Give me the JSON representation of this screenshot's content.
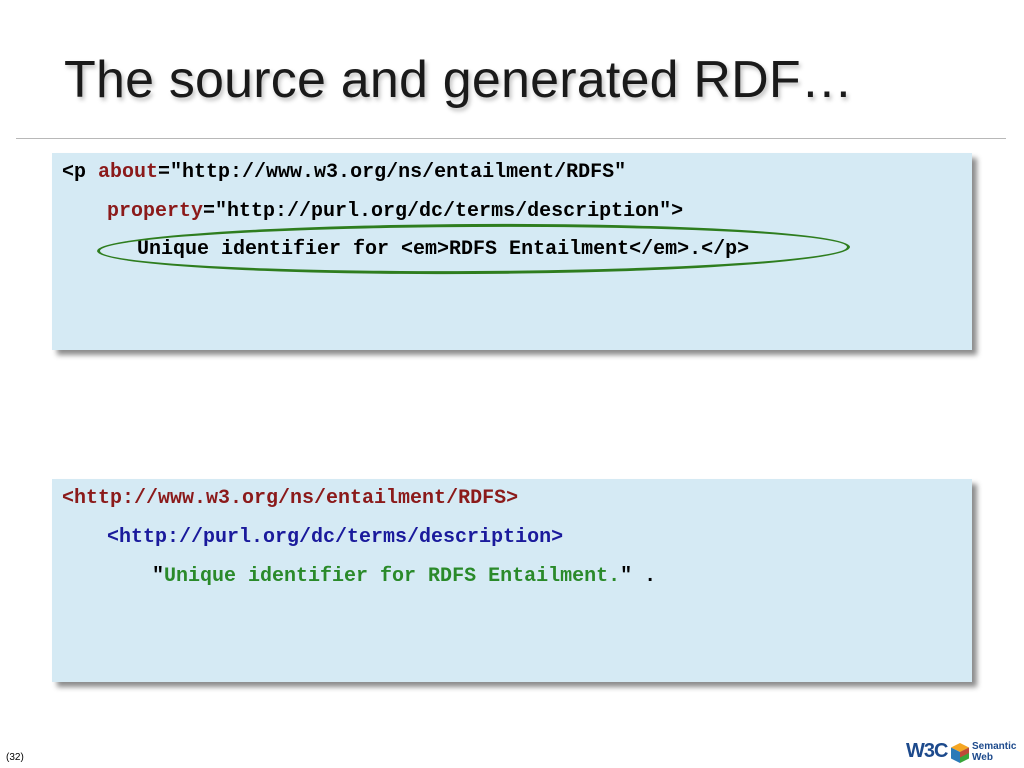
{
  "slide": {
    "title": "The source and generated RDF…",
    "page_number": "(32)"
  },
  "source_box": {
    "line1": {
      "open": "<p ",
      "attr": "about",
      "value": "=\"http://www.w3.org/ns/entailment/RDFS\""
    },
    "line2": {
      "attr": "property",
      "value": "=\"http://purl.org/dc/terms/description\">"
    },
    "line3": "Unique identifier for <em>RDFS Entailment</em>.</p>"
  },
  "rdf_box": {
    "subject": "<http://www.w3.org/ns/entailment/RDFS>",
    "predicate": "<http://purl.org/dc/terms/description>",
    "quote_open": "\"",
    "literal": "Unique identifier for RDFS Entailment.",
    "quote_close_and_dot": "\" ."
  },
  "logo": {
    "w3c": "W3C",
    "line1": "Semantic",
    "line2": "Web"
  },
  "colors": {
    "box_background": "#d5eaf4",
    "attribute": "#8b1a1a",
    "predicate": "#1a1a9c",
    "literal": "#2a8a2a",
    "highlight_ellipse": "#2e7d1e"
  }
}
